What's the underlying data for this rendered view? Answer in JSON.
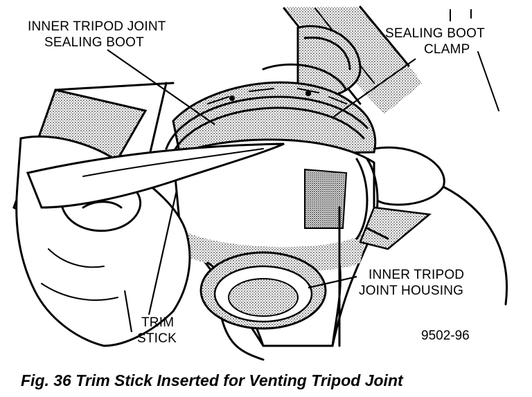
{
  "labels": {
    "inner_tripod_joint_sealing_boot": [
      "INNER TRIPOD JOINT",
      "SEALING BOOT"
    ],
    "sealing_boot_clamp": [
      "SEALING BOOT",
      "CLAMP"
    ],
    "inner_tripod_joint_housing": [
      "INNER TRIPOD",
      "JOINT HOUSING"
    ],
    "trim_stick": [
      "TRIM",
      "STICK"
    ]
  },
  "figure_number": "9502-96",
  "caption": "Fig. 36 Trim Stick Inserted for Venting Tripod Joint"
}
